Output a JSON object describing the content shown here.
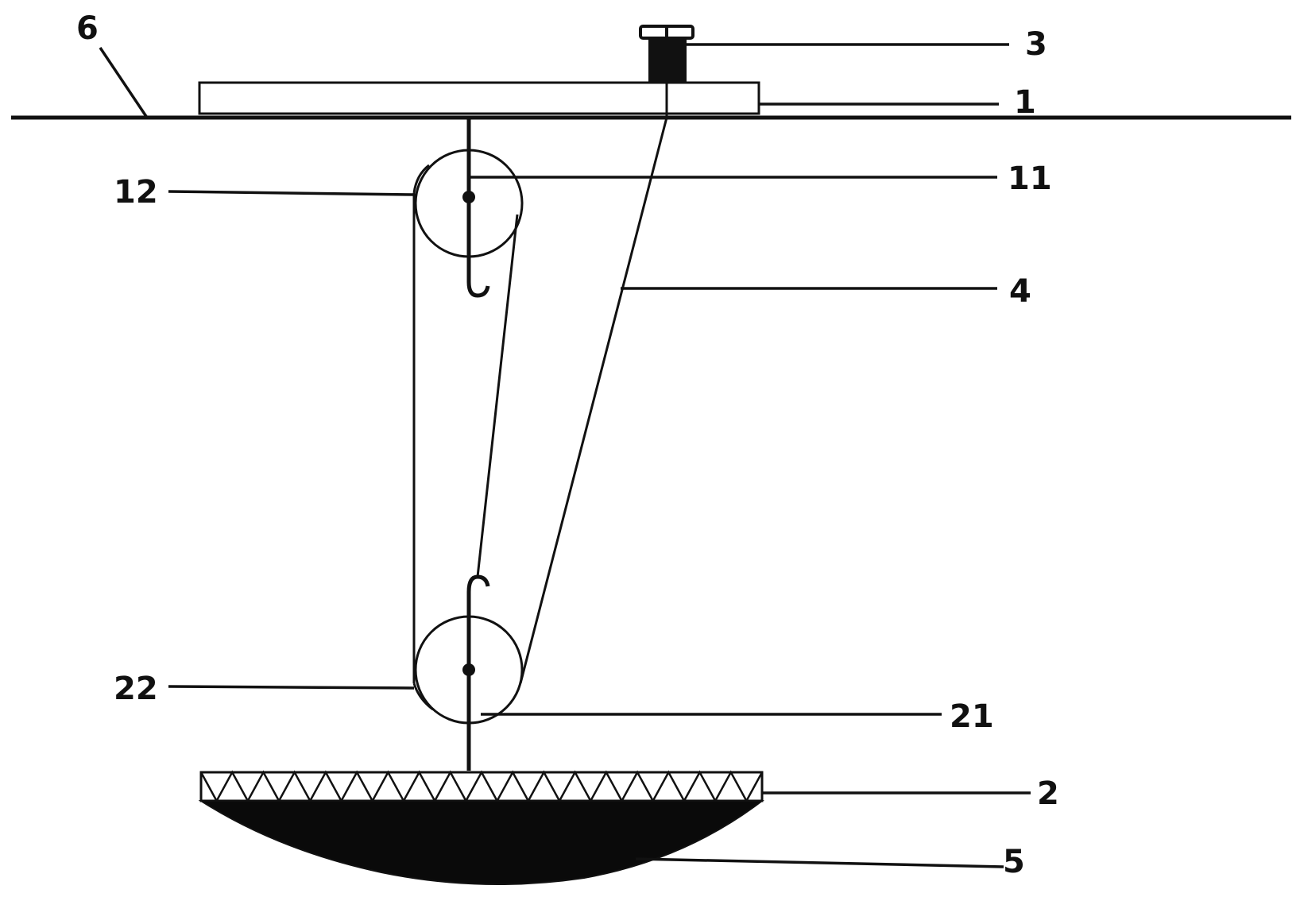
{
  "colors": {
    "line": "#111111",
    "background": "#ffffff",
    "sediment_fill": "#0a0a0a"
  },
  "labels": {
    "l1": "1",
    "l2": "2",
    "l3": "3",
    "l4": "4",
    "l5": "5",
    "l6": "6",
    "l11": "11",
    "l12": "12",
    "l21": "21",
    "l22": "22"
  }
}
